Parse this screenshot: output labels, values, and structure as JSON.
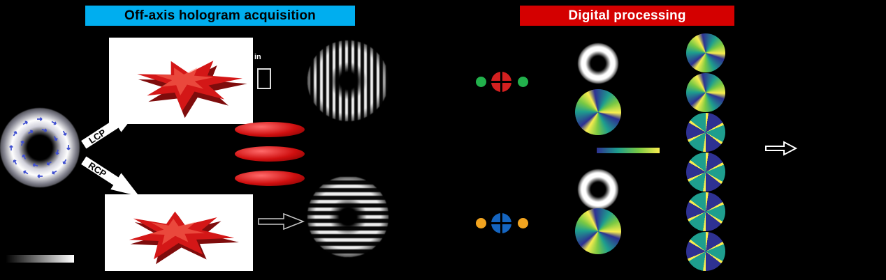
{
  "figure": {
    "header_acquisition": "Off-axis hologram acquisition",
    "header_processing": "Digital processing",
    "lcp_label": "LCP",
    "rcp_label": "RCP",
    "interference_label": "in",
    "colors": {
      "acquisition_bg": "#00aeef",
      "processing_bg": "#d40000",
      "header_acquisition_text": "#000000",
      "header_processing_text": "#ffffff",
      "green_order": "#22b14c",
      "red_dc": "#d42020",
      "orange_order": "#f2a41f",
      "blue_dc": "#1565c0",
      "arrow_blue": "#3f4fd0",
      "surface_red": "#d41717"
    },
    "colormap": [
      "#2e3192",
      "#1e9e8e",
      "#7ac943",
      "#f9ed4f"
    ],
    "mode_phase_wheels": [
      "rainbow",
      "rainbow",
      "pinwheel",
      "pinwheel",
      "pinwheel",
      "pinwheel"
    ]
  }
}
